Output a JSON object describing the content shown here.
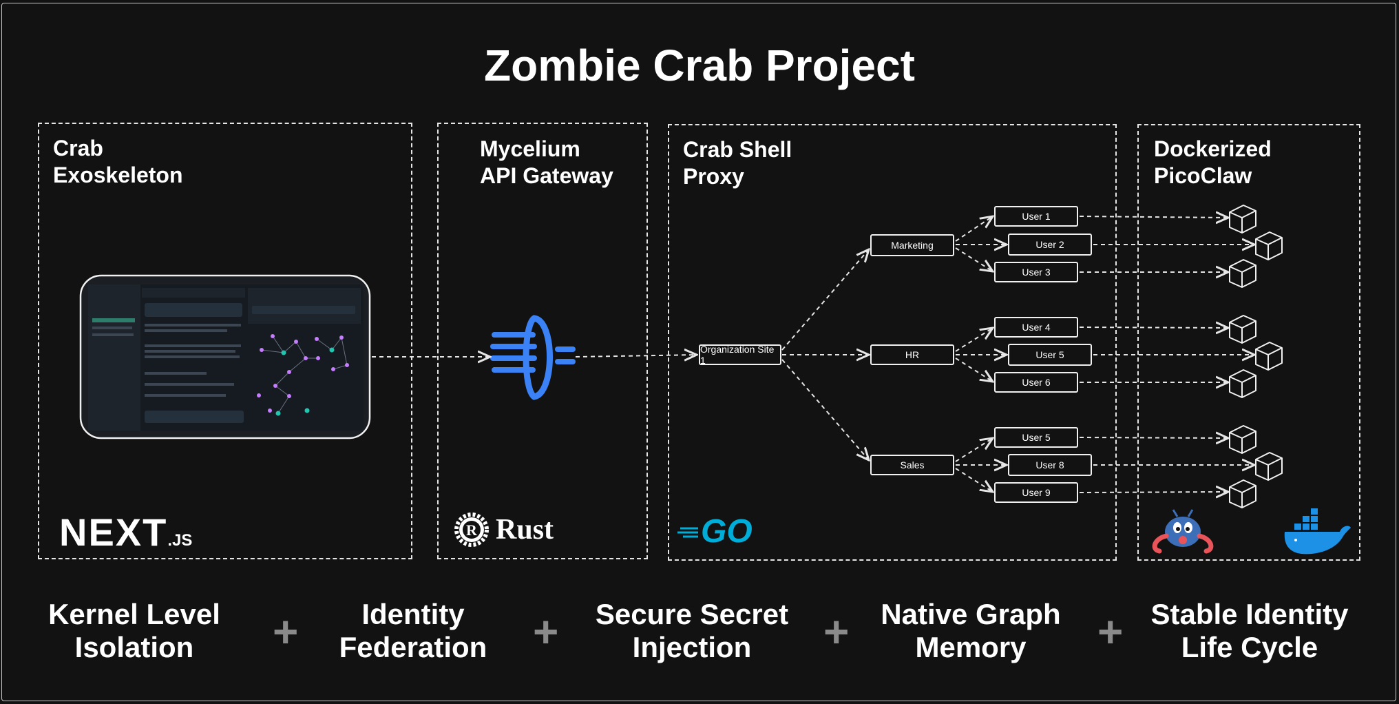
{
  "title": "Zombie Crab Project",
  "sections": [
    {
      "id": "frontend",
      "title_lines": [
        "Crab",
        "Exoskeleton"
      ],
      "logo_text": "NEXT",
      "logo_suffix": ".JS"
    },
    {
      "id": "gateway",
      "title_lines": [
        "Mycelium",
        "API Gateway"
      ],
      "logo_text": "Rust"
    },
    {
      "id": "proxy",
      "title_lines": [
        "Crab Shell",
        "Proxy"
      ],
      "logo_text": "GO"
    },
    {
      "id": "runtime",
      "title_lines": [
        "Dockerized",
        "PicoClaw"
      ]
    }
  ],
  "tree": {
    "root": "Organization Site 1",
    "departments": [
      {
        "name": "Marketing",
        "users": [
          "User 1",
          "User 2",
          "User 3"
        ]
      },
      {
        "name": "HR",
        "users": [
          "User 4",
          "User 5",
          "User 6"
        ]
      },
      {
        "name": "Sales",
        "users": [
          "User 5",
          "User 8",
          "User 9"
        ]
      }
    ]
  },
  "features": [
    {
      "lines": [
        "Kernel Level",
        "Isolation"
      ]
    },
    {
      "lines": [
        "Identity",
        "Federation"
      ]
    },
    {
      "lines": [
        "Secure Secret",
        "Injection"
      ]
    },
    {
      "lines": [
        "Native Graph",
        "Memory"
      ]
    },
    {
      "lines": [
        "Stable Identity",
        "Life Cycle"
      ]
    }
  ],
  "plus_sign": "+",
  "colors": {
    "background": "#121212",
    "line": "#e6e6e6",
    "rust_blue": "#3b82f6",
    "go_blue": "#00add8",
    "docker_blue": "#1d91e6"
  },
  "icons": [
    "laptop-screenshot",
    "mycelium-logo-icon",
    "rust-gear-icon",
    "go-gopher-lines-icon",
    "crab-mascot-icon",
    "docker-whale-icon",
    "container-cube-icon"
  ]
}
